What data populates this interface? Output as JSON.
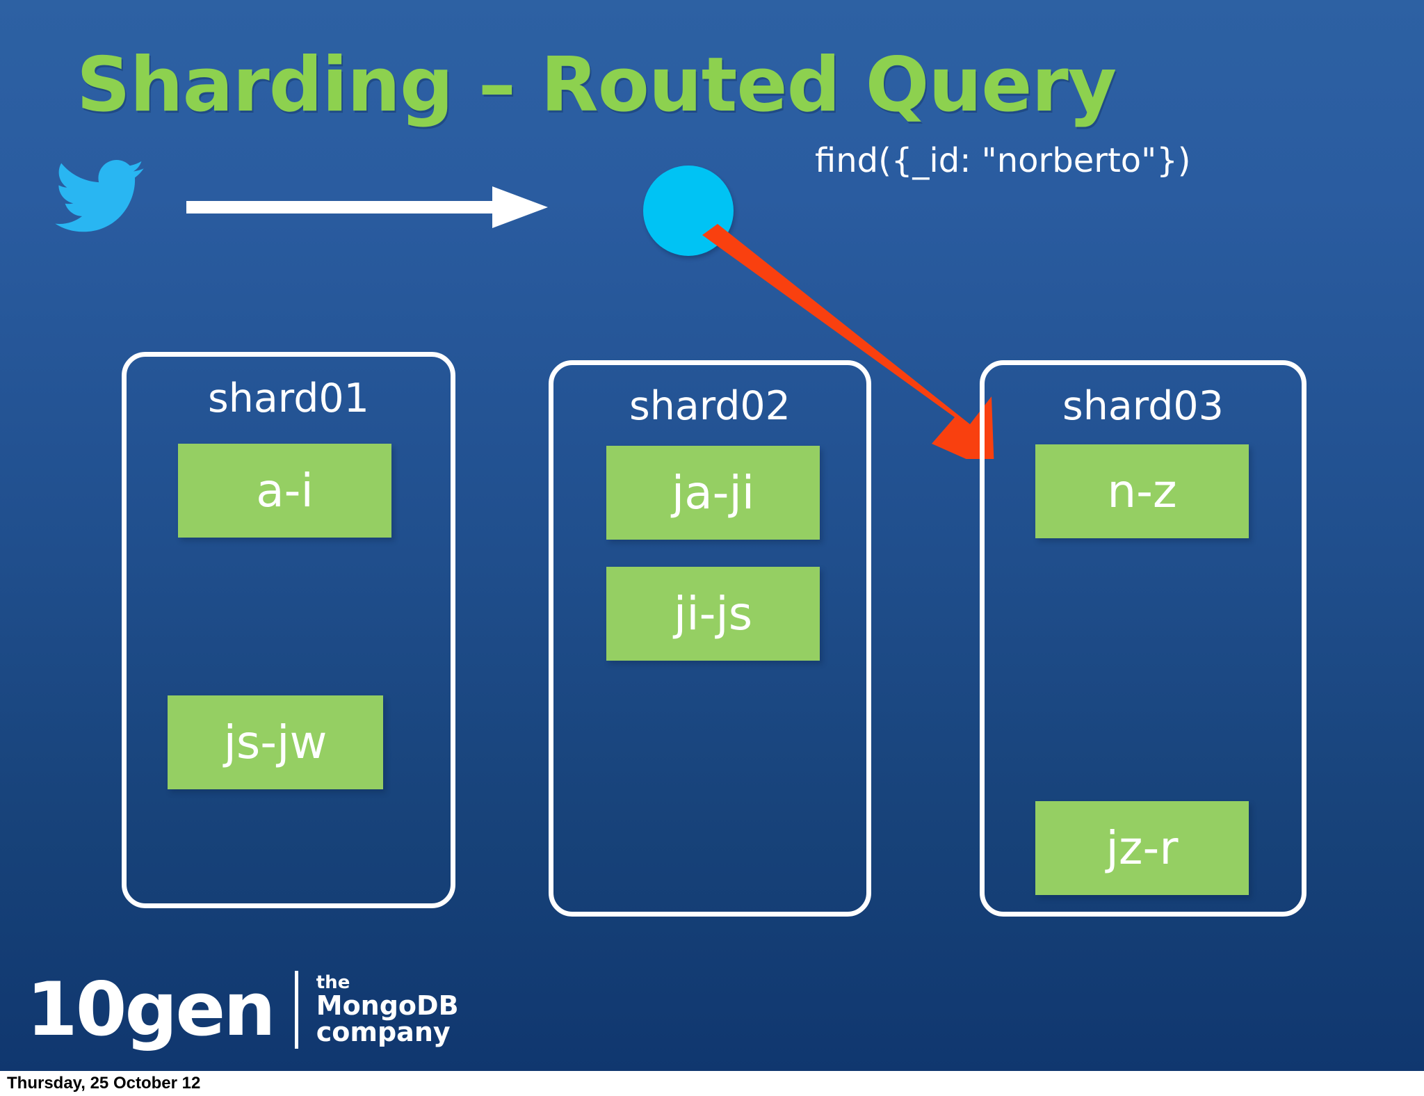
{
  "slide": {
    "title": "Sharding – Routed Query",
    "title_color": "#8dd14f",
    "background_top": "#2d61a3",
    "background_bottom": "#10376f"
  },
  "client": {
    "icon": "twitter-bird-icon",
    "icon_color": "#29b6f2",
    "arrow_icon": "right-arrow-icon",
    "arrow_color": "#ffffff"
  },
  "router": {
    "node_icon": "mongos-router-node",
    "node_color": "#00c3f4",
    "query": "find({_id: \"norberto\"})",
    "routed_arrow_icon": "routed-query-arrow-icon",
    "routed_arrow_color": "#f9400f"
  },
  "shards": [
    {
      "name": "shard01",
      "chunks": [
        {
          "range": "a-i"
        },
        {
          "range": "js-jw"
        }
      ]
    },
    {
      "name": "shard02",
      "chunks": [
        {
          "range": "ja-ji"
        },
        {
          "range": "ji-js"
        }
      ]
    },
    {
      "name": "shard03",
      "chunks": [
        {
          "range": "n-z"
        },
        {
          "range": "jz-r"
        }
      ]
    }
  ],
  "chunk_color": "#95cf63",
  "branding": {
    "wordmark": "10gen",
    "tagline_line1": "the",
    "tagline_line2": "MongoDB",
    "tagline_line3": "company"
  },
  "footer": {
    "date": "Thursday, 25 October 12"
  }
}
